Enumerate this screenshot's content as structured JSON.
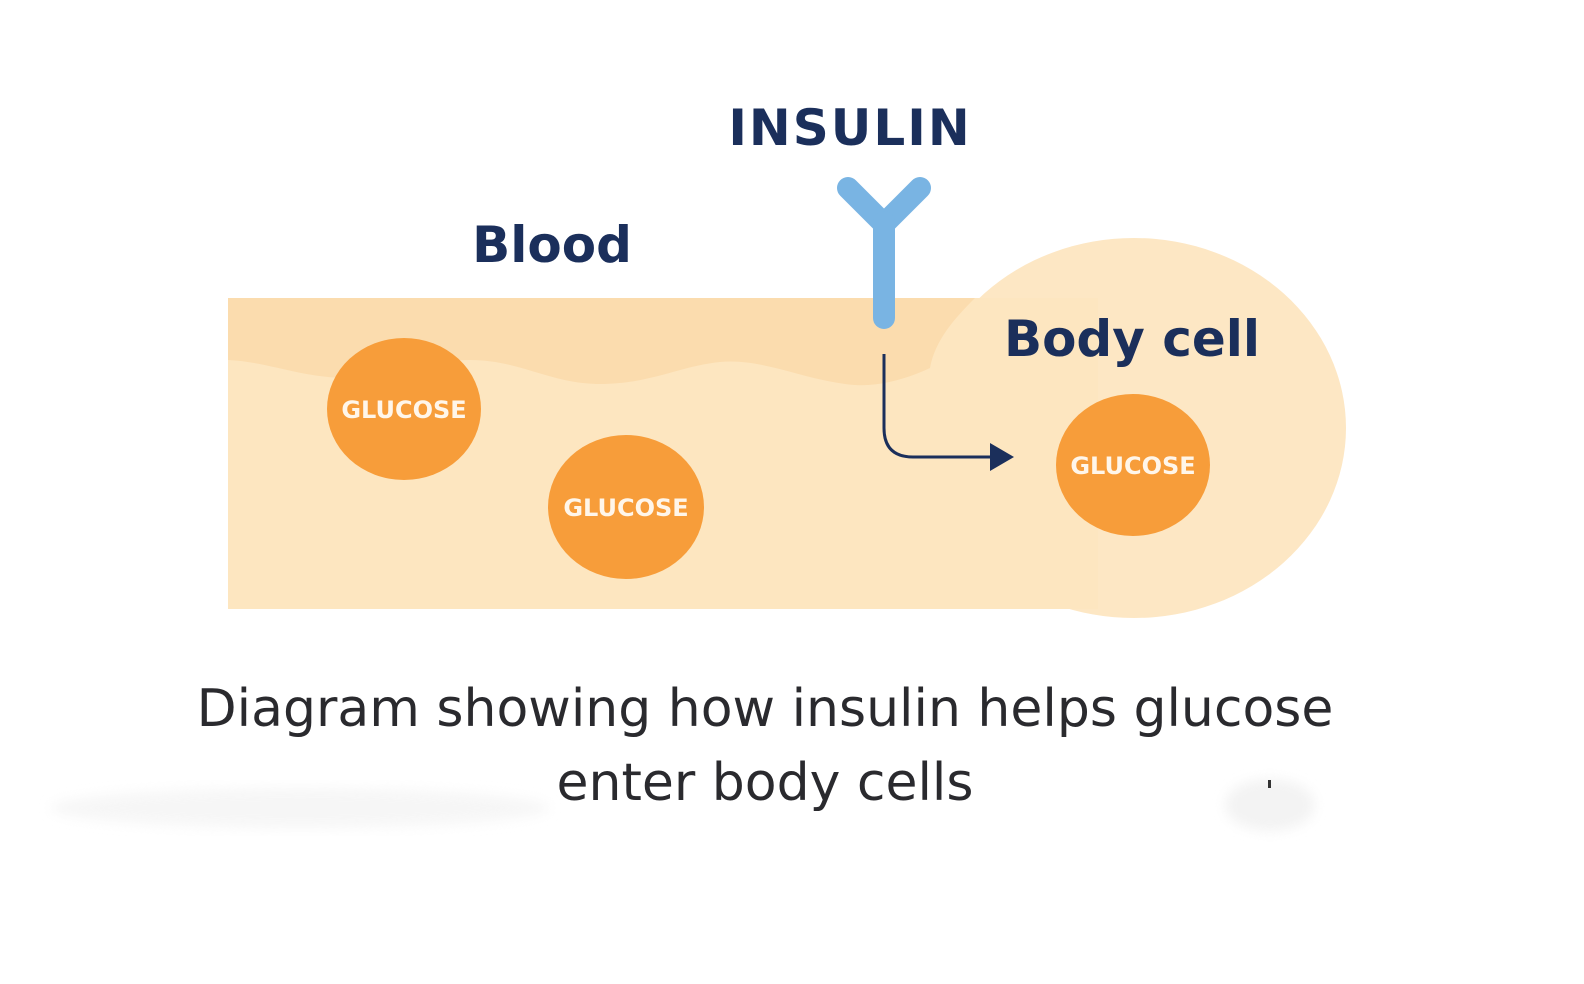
{
  "labels": {
    "insulin": "INSULIN",
    "blood": "Blood",
    "body_cell": "Body cell"
  },
  "glucose": [
    {
      "label": "GLUCOSE",
      "location": "blood"
    },
    {
      "label": "GLUCOSE",
      "location": "blood"
    },
    {
      "label": "GLUCOSE",
      "location": "body cell"
    }
  ],
  "caption": {
    "line1": "Diagram showing how insulin helps glucose",
    "line2": "enter body cells"
  },
  "colors": {
    "blood_vessel": "#fde6c0",
    "blood_vessel_top": "#fbdcae",
    "body_cell": "#fde7c4",
    "glucose": "#f79d3a",
    "glucose_text": "#fff6ea",
    "insulin": "#79b4e3",
    "heading_text": "#1b2f5b",
    "arrow": "#1b2f5b",
    "caption_text": "#2a2a2e"
  }
}
